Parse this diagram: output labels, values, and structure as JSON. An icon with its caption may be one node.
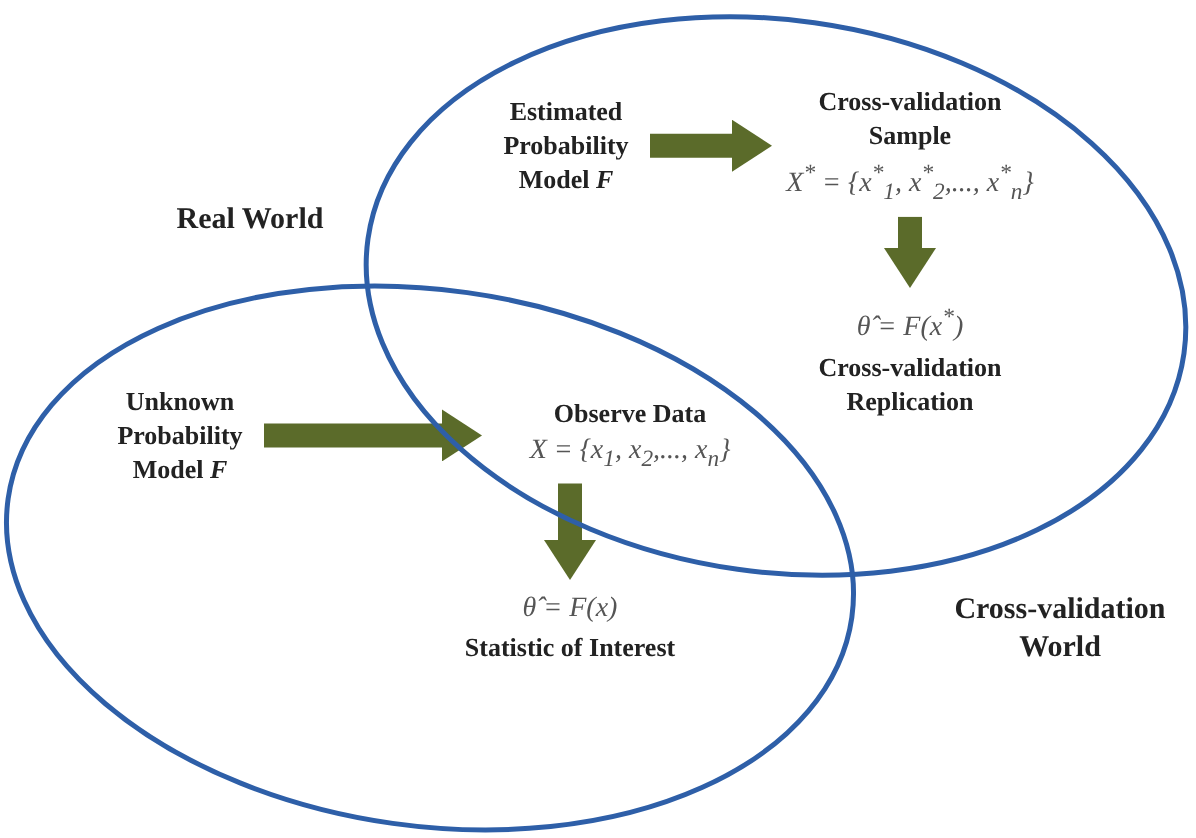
{
  "diagram": {
    "nodes": [
      {
        "text": [
          "Real World"
        ]
      },
      {
        "text": [
          "Cross-validation World"
        ]
      },
      {
        "text": [
          "Estimated Probability Model *F*"
        ],
        "in": 1
      },
      {
        "text": [
          "Cross-validation Sample",
          "X$^{*}$ = {x$^{*}$$_{1}$, x$^{*}$$_{2}$,..., x$^{*}$$_{n}$}"
        ],
        "in": 1
      },
      {
        "text": [
          "θ̂ = F(x$^{*}$)",
          "Cross-validation Replication"
        ],
        "in": 1
      },
      {
        "text": [
          "Unknown Probability Model *F*"
        ],
        "in": 0
      },
      {
        "text": [
          "Observe Data",
          "X = {x$_{1}$, x$_{2}$,..., x$_{n}$}"
        ]
      },
      {
        "text": [
          "θ̂ = F(x)",
          "Statistic of Interest"
        ],
        "in": 0
      }
    ],
    "edges": [
      {
        "from": 2,
        "to": 3,
        "arrow": "to"
      },
      {
        "from": 3,
        "to": 4,
        "arrow": "to"
      },
      {
        "from": 5,
        "to": 6,
        "arrow": "to"
      },
      {
        "from": 6,
        "to": 7,
        "arrow": "to"
      }
    ]
  }
}
